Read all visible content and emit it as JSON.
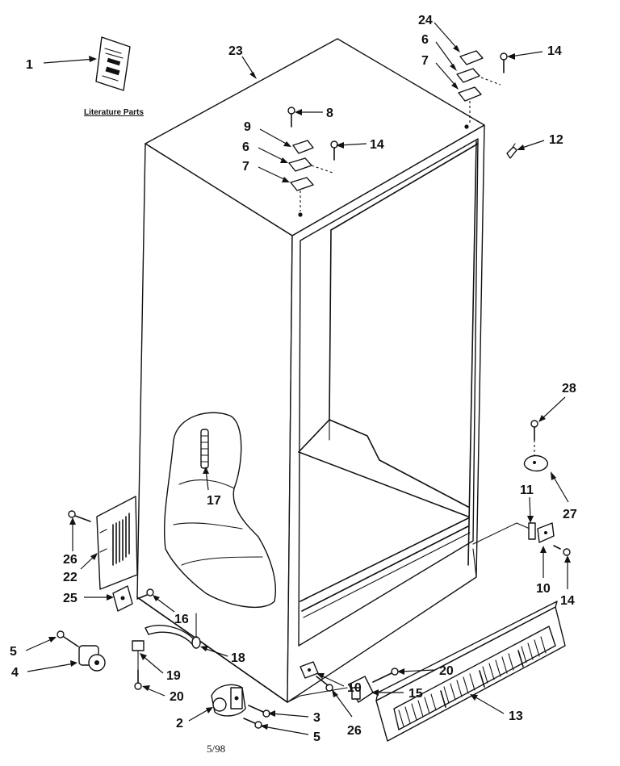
{
  "literature": {
    "label": "Literature Parts"
  },
  "date": "5/98",
  "callouts": {
    "c1": "1",
    "c23": "23",
    "c24": "24",
    "c6_top": "6",
    "c7_top": "7",
    "c14_top": "14",
    "c8": "8",
    "c9": "9",
    "c6_mid": "6",
    "c7_mid": "7",
    "c14_mid": "14",
    "c12": "12",
    "c28": "28",
    "c27": "27",
    "c11": "11",
    "c10_right": "10",
    "c14_right": "14",
    "c17": "17",
    "c26_left": "26",
    "c22": "22",
    "c25": "25",
    "c16": "16",
    "c18": "18",
    "c5_left": "5",
    "c4": "4",
    "c19": "19",
    "c20_left": "20",
    "c2": "2",
    "c3": "3",
    "c5_bottom": "5",
    "c20_right": "20",
    "c15": "15",
    "c10_bottom": "10",
    "c26_bottom": "26",
    "c13": "13"
  },
  "icons": [
    "literature-sheet-icon",
    "screw-icon",
    "hinge-icon",
    "roller-icon",
    "grille-icon"
  ]
}
